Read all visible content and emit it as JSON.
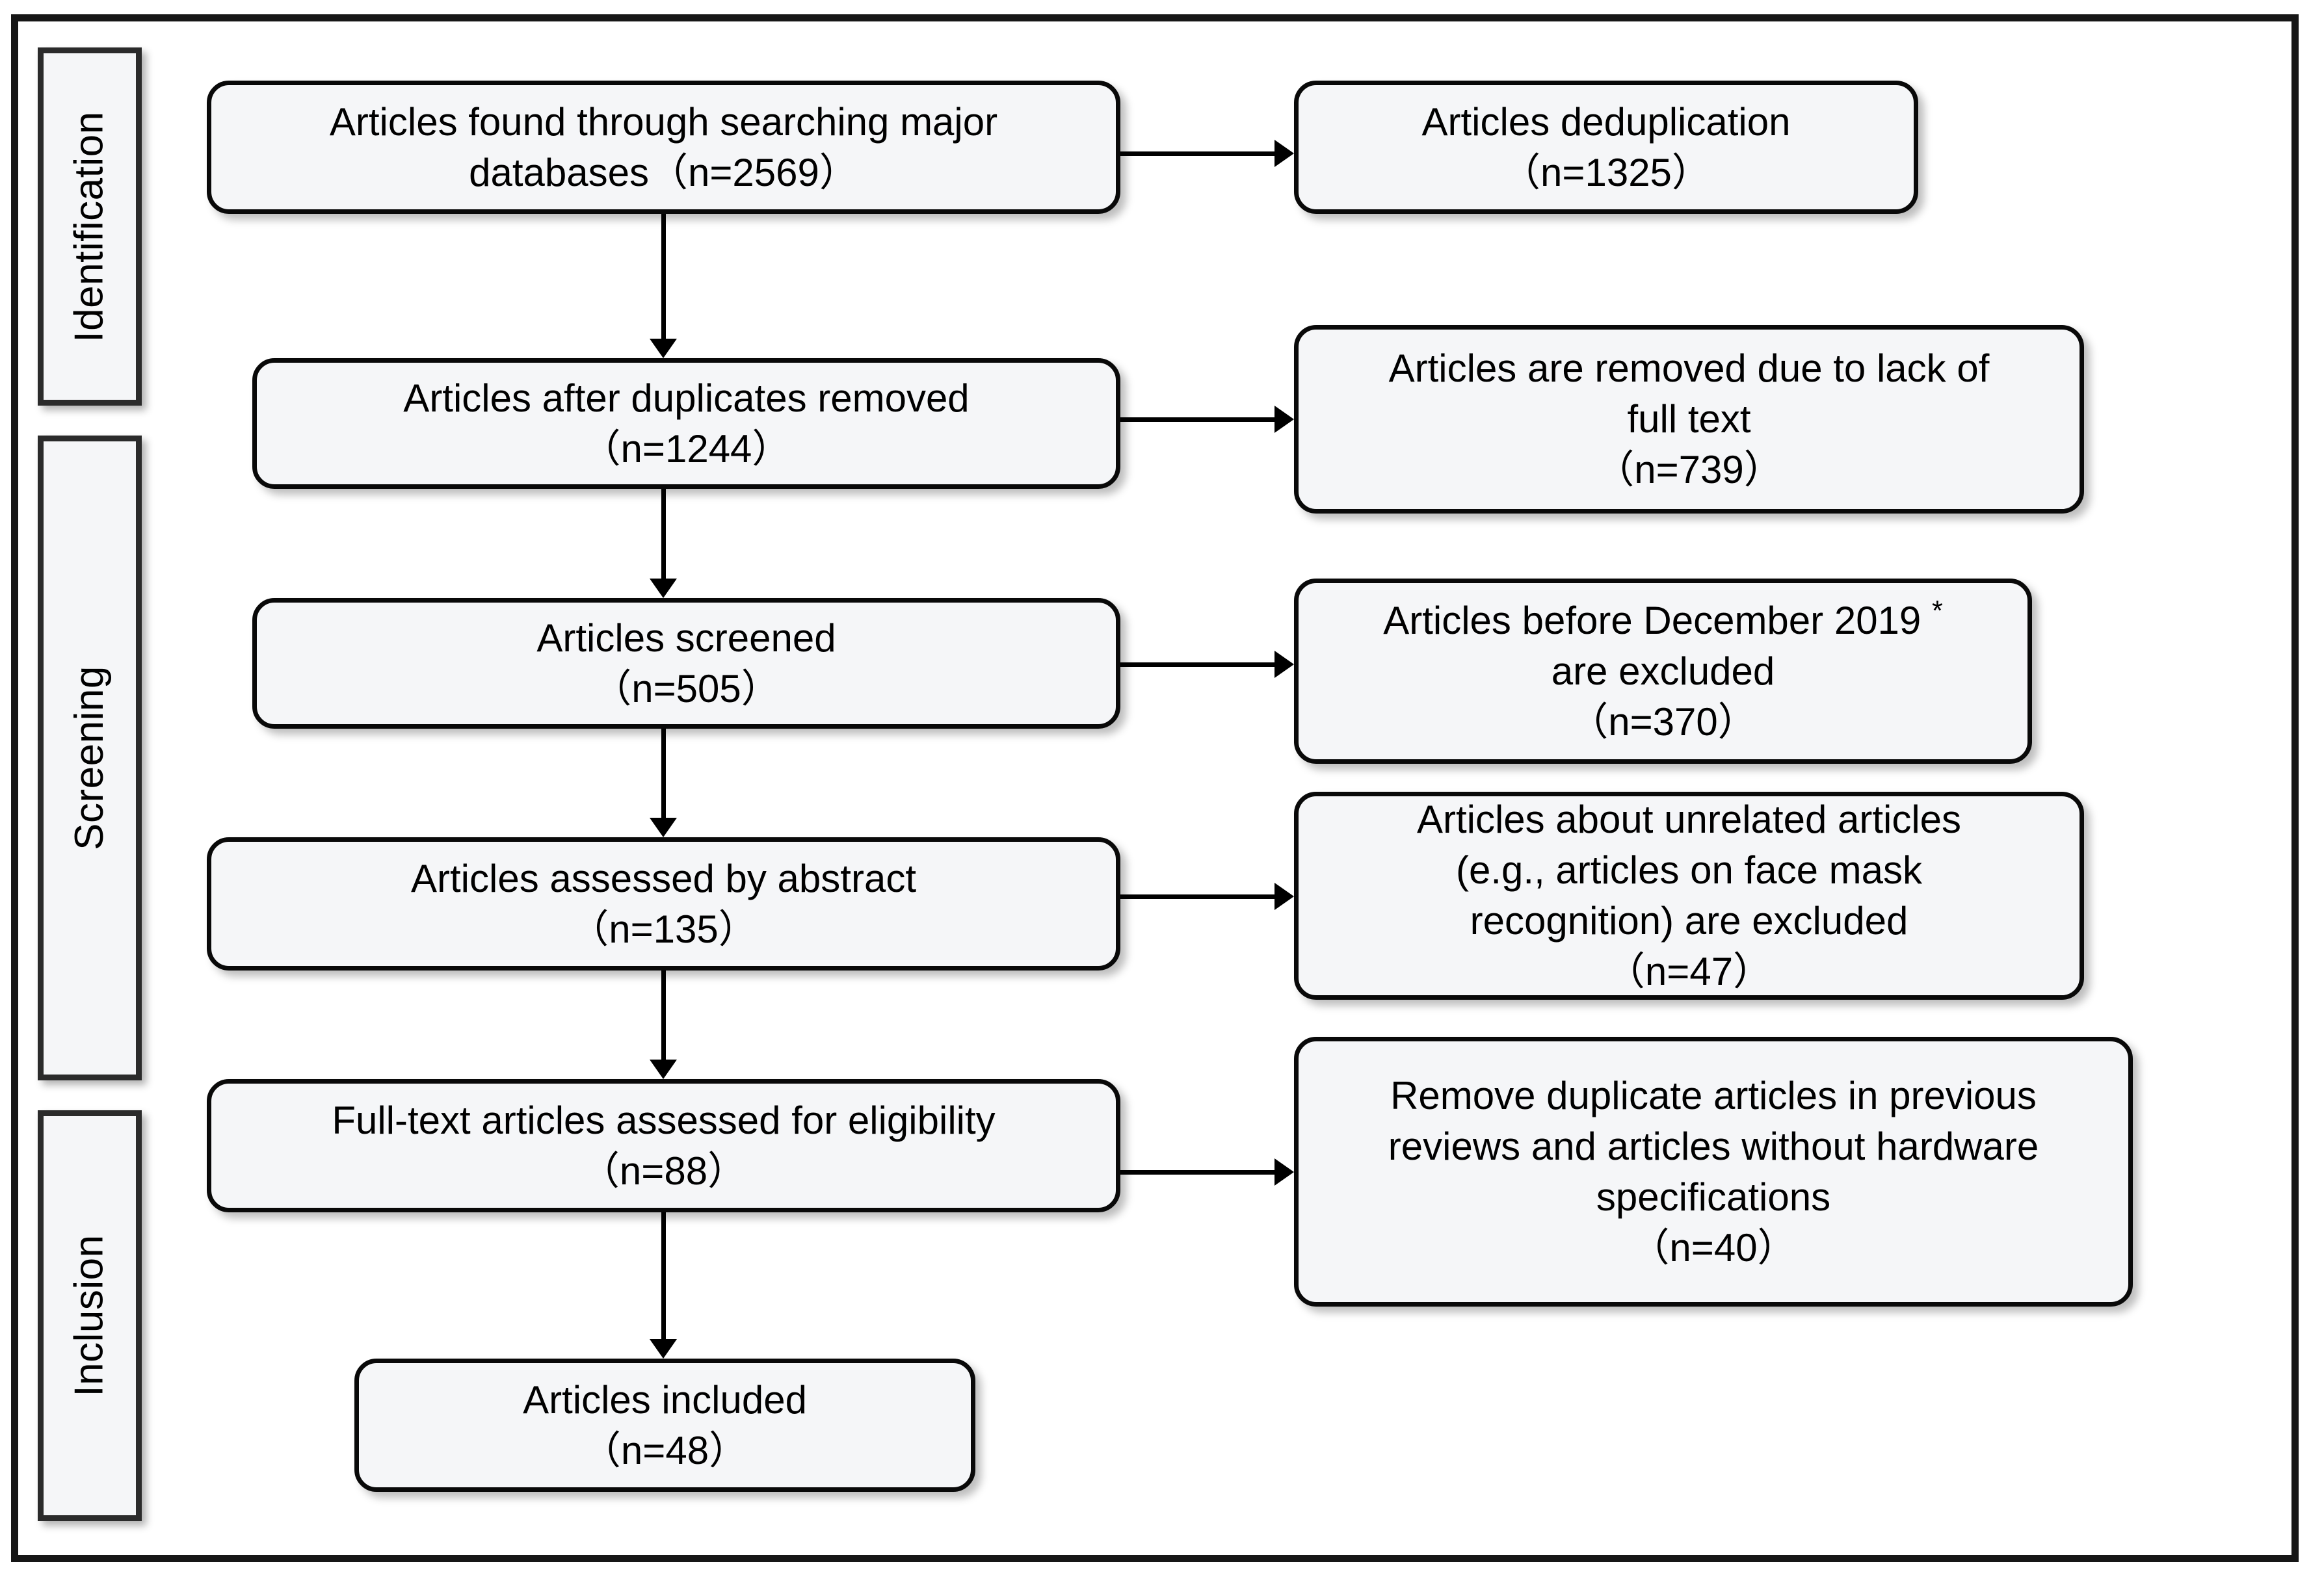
{
  "diagram": {
    "type": "prisma-flow-diagram",
    "title": "PRISMA article selection flow diagram",
    "colors": {
      "box_fill": "#f5f6f8",
      "box_border": "#090909",
      "phase_border": "#2b2b2b",
      "frame_border": "#161616",
      "arrow": "#000000",
      "text": "#000000"
    },
    "phases": [
      {
        "id": "identification",
        "label": "Identification"
      },
      {
        "id": "screening",
        "label": "Screening"
      },
      {
        "id": "inclusion",
        "label": "Inclusion"
      }
    ],
    "flow_nodes": [
      {
        "id": "found",
        "line1": "Articles found through searching major",
        "line2": "databases（n=2569）",
        "count": 2569
      },
      {
        "id": "after_duplicates",
        "line1": "Articles after duplicates removed",
        "line2": "（n=1244）",
        "count": 1244
      },
      {
        "id": "screened",
        "line1": "Articles screened",
        "line2": "（n=505）",
        "count": 505
      },
      {
        "id": "assessed_abstract",
        "line1": "Articles assessed by abstract",
        "line2": "（n=135）",
        "count": 135
      },
      {
        "id": "fulltext_eligibility",
        "line1": "Full-text articles assessed for eligibility",
        "line2": "（n=88）",
        "count": 88
      },
      {
        "id": "included",
        "line1": "Articles included",
        "line2": "（n=48）",
        "count": 48
      }
    ],
    "exclusion_nodes": [
      {
        "id": "deduplication",
        "line1": "Articles deduplication",
        "line2": "（n=1325）",
        "line3": "",
        "line4": "",
        "count": 1325
      },
      {
        "id": "no_full_text",
        "line1": "Articles are removed due to lack of",
        "line2": "full text",
        "line3": "（n=739）",
        "line4": "",
        "count": 739
      },
      {
        "id": "before_dec_2019",
        "line1": "Articles before December 2019 *",
        "line2": "are excluded",
        "line3": "（n=370）",
        "line4": "",
        "count": 370,
        "footnote_marker": "*"
      },
      {
        "id": "unrelated",
        "line1": "Articles about unrelated articles",
        "line2": "(e.g., articles on face mask",
        "line3": "recognition) are excluded",
        "line4": "（n=47）",
        "count": 47
      },
      {
        "id": "duplicate_prev_reviews",
        "line1": "Remove duplicate articles in previous",
        "line2": "reviews and articles without hardware",
        "line3": "specifications",
        "line4": "（n=40）",
        "count": 40
      }
    ],
    "connectors": {
      "vertical_count": 5,
      "horizontal_count": 5,
      "arrow_style": "solid-filled-triangle"
    }
  }
}
